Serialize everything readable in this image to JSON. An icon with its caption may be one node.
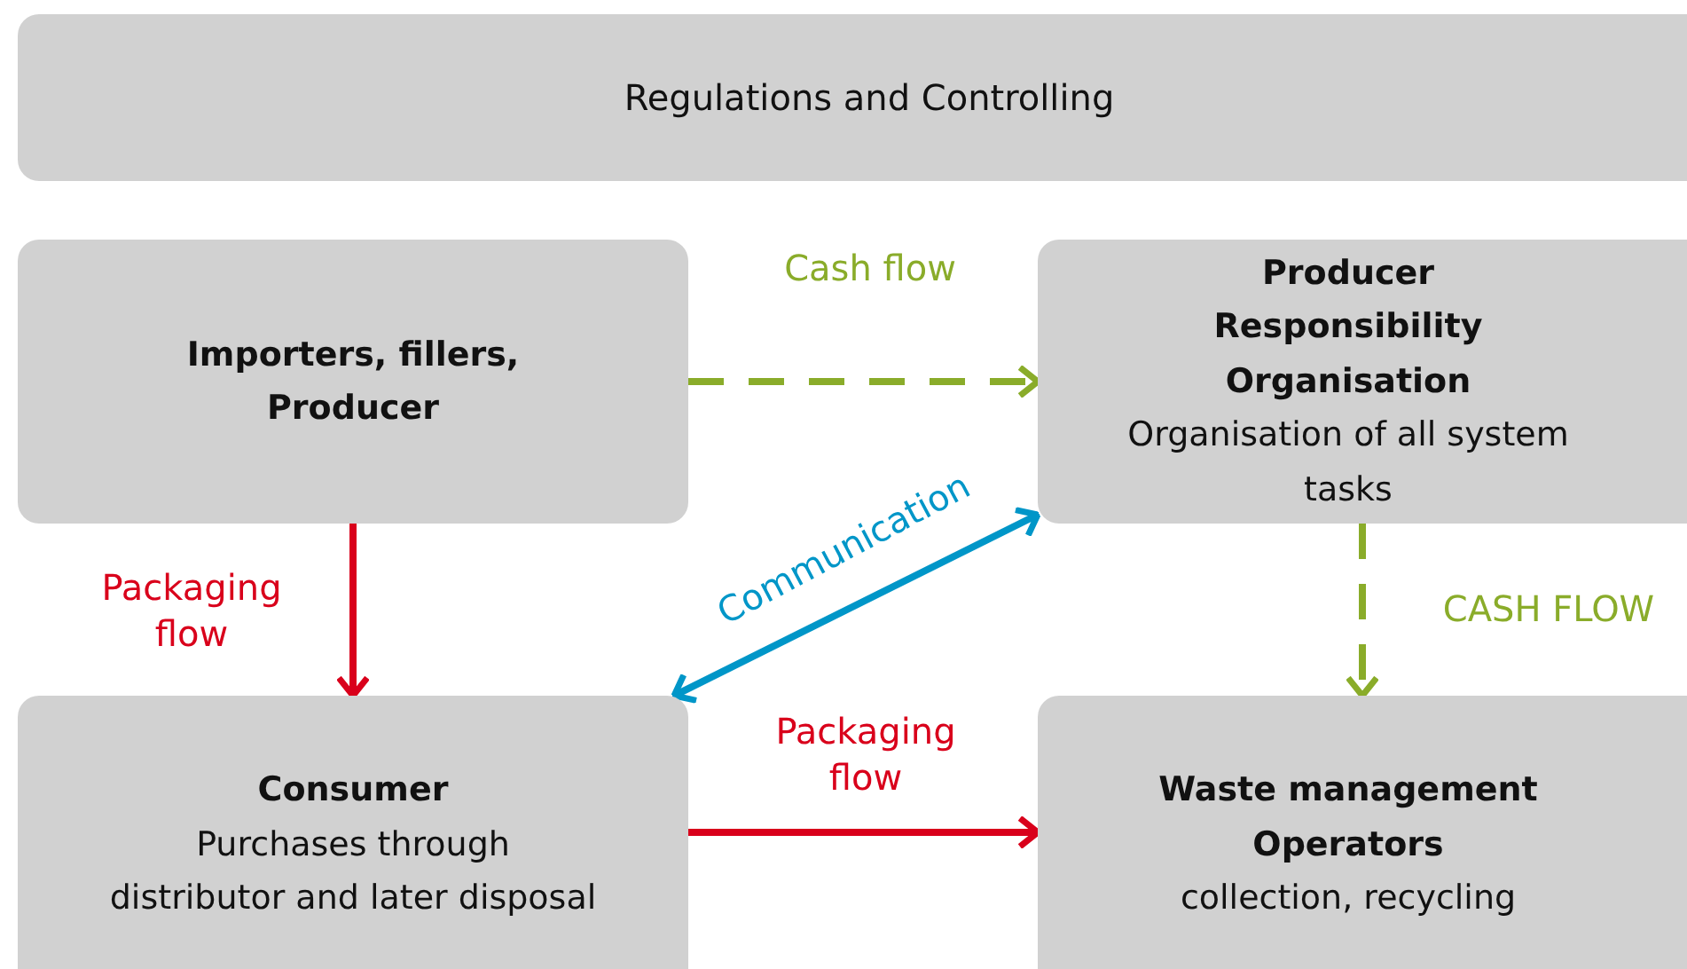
{
  "diagram": {
    "nodes": [
      {
        "text": [
          "Regulations and Controlling"
        ]
      },
      {
        "text": [
          "Importers, fillers, Producer"
        ]
      },
      {
        "text": [
          "Producer Responsibility Organisation",
          "Organisation of all system tasks"
        ]
      },
      {
        "text": [
          "Consumer",
          "Purchases through distributor and later disposal"
        ]
      },
      {
        "text": [
          "Waste management Operators",
          "collection, recycling"
        ]
      }
    ],
    "edges": [
      {
        "from": 1,
        "to": 2,
        "arrow": "to",
        "label": "Cash flow",
        "style": "dashed",
        "color": "#8aac2a"
      },
      {
        "from": 1,
        "to": 3,
        "arrow": "to",
        "label": "Packaging flow",
        "color": "#d9001b"
      },
      {
        "from": 3,
        "to": 2,
        "arrow": "both",
        "label": "Communication",
        "color": "#0096c8"
      },
      {
        "from": 2,
        "to": 4,
        "arrow": "to",
        "label": "CASH FLOW",
        "style": "dashed",
        "color": "#8aac2a"
      },
      {
        "from": 3,
        "to": 4,
        "arrow": "to",
        "label": "Packaging flow",
        "color": "#d9001b"
      }
    ]
  }
}
